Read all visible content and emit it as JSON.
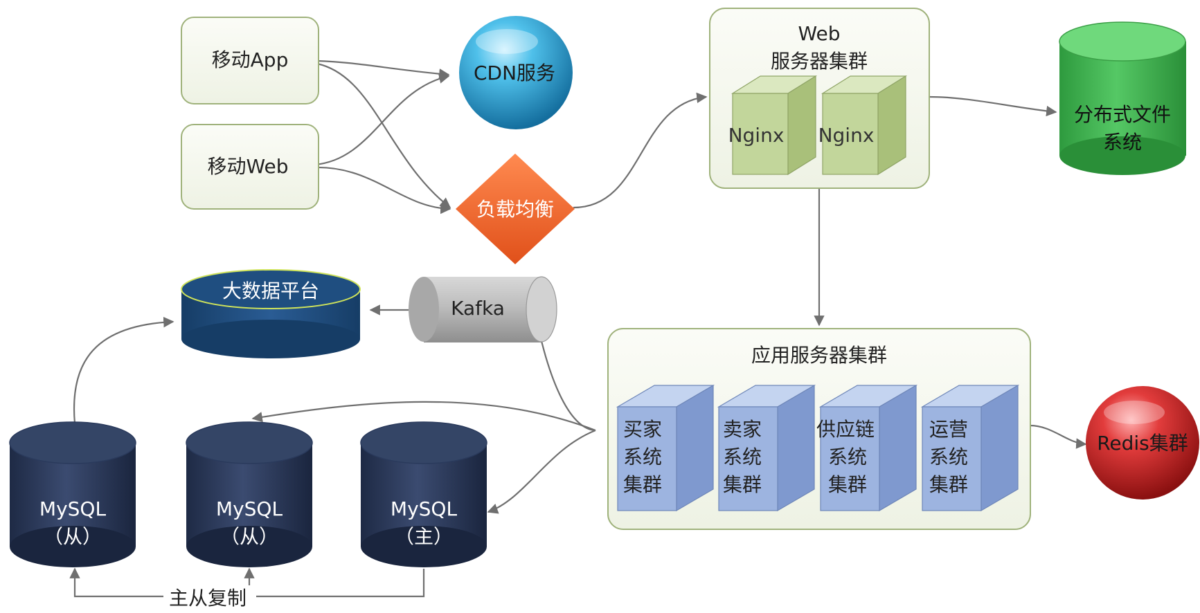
{
  "nodes": {
    "mobile_app": "移动App",
    "mobile_web": "移动Web",
    "cdn": "CDN服务",
    "load_balancer": "负载均衡",
    "web_cluster": {
      "line1": "Web",
      "line2": "服务器集群"
    },
    "nginx": [
      "Nginx",
      "Nginx"
    ],
    "dfs": {
      "line1": "分布式文件",
      "line2": "系统"
    },
    "kafka": "Kafka",
    "bigdata": "大数据平台",
    "app_cluster": {
      "title": "应用服务器集群"
    },
    "services": [
      {
        "l1": "买家",
        "l2": "系统",
        "l3": "集群"
      },
      {
        "l1": "卖家",
        "l2": "系统",
        "l3": "集群"
      },
      {
        "l1": "供应链",
        "l2": "系统",
        "l3": "集群"
      },
      {
        "l1": "运营",
        "l2": "系统",
        "l3": "集群"
      }
    ],
    "redis": "Redis集群",
    "mysql": [
      {
        "name": "MySQL",
        "role": "（从）"
      },
      {
        "name": "MySQL",
        "role": "（从）"
      },
      {
        "name": "MySQL",
        "role": "（主）"
      }
    ]
  },
  "edges": {
    "replication_label": "主从复制"
  },
  "colors": {
    "client_box": "#f3f6ec",
    "cdn": "#2ba3d8",
    "load_balancer": "#f0652a",
    "cube_green": "#c2d69b",
    "dfs_cylinder": "#3fb44f",
    "kafka_cylinder": "#b0b0b0",
    "bigdata_cylinder": "#1f4e80",
    "cube_blue": "#9db4e0",
    "redis": "#d42a2a",
    "mysql_cylinder": "#2a3a5c"
  }
}
